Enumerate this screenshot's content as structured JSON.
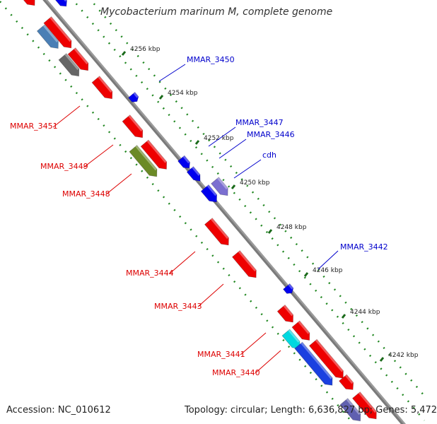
{
  "title": "Mycobacterium marinum M, complete genome",
  "footer": {
    "accession": "Accession: NC_010612",
    "summary": "Topology: circular; Length: 6,636,827 bp; Genes: 5,472"
  },
  "scale_ticks": [
    "4256 kbp",
    "4254 kbp",
    "4252 kbp",
    "4250 kbp",
    "4248 kbp",
    "4246 kbp",
    "4244 kbp",
    "4242 kbp"
  ],
  "gene_labels": {
    "forward": [
      "MMAR_3450",
      "MMAR_3447",
      "MMAR_3446",
      "cdh",
      "MMAR_3442"
    ],
    "reverse": [
      "MMAR_3451",
      "MMAR_3449",
      "MMAR_3448",
      "MMAR_3444",
      "MMAR_3443",
      "MMAR_3441",
      "MMAR_3440"
    ]
  },
  "colors": {
    "forward_label": "#0000cc",
    "reverse_label": "#dd0000",
    "forward_gene": "#0000ee",
    "reverse_gene": "#ee0000",
    "backbone": "#7a7a7a",
    "tick_dots": "#228822"
  }
}
